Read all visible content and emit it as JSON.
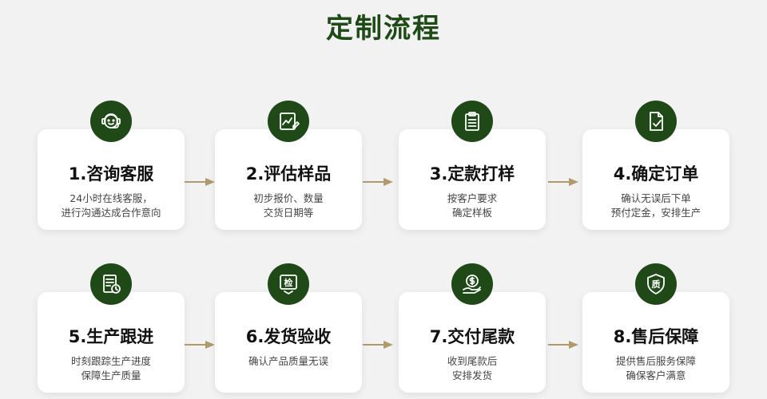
{
  "page": {
    "title": "定制流程"
  },
  "steps": [
    {
      "icon": "headset-icon",
      "title": "1.咨询客服",
      "desc": [
        "24小时在线客服，",
        "进行沟通达成合作意向"
      ]
    },
    {
      "icon": "chart-edit-icon",
      "title": "2.评估样品",
      "desc": [
        "初步报价、数量",
        "交货日期等"
      ]
    },
    {
      "icon": "clipboard-icon",
      "title": "3.定款打样",
      "desc": [
        "按客户要求",
        "确定样板"
      ]
    },
    {
      "icon": "document-check-icon",
      "title": "4.确定订单",
      "desc": [
        "确认无误后下单",
        "预付定金，安排生产"
      ]
    },
    {
      "icon": "document-clock-icon",
      "title": "5.生产跟进",
      "desc": [
        "时刻跟踪生产进度",
        "保障生产质量"
      ]
    },
    {
      "icon": "inspection-stamp-icon",
      "title": "6.发货验收",
      "desc": [
        "确认产品质量无误"
      ]
    },
    {
      "icon": "money-hand-icon",
      "title": "7.交付尾款",
      "desc": [
        "收到尾款后",
        "安排发货"
      ]
    },
    {
      "icon": "quality-shield-icon",
      "title": "8.售后保障",
      "desc": [
        "提供售后服务保障",
        "确保客户满意"
      ]
    }
  ],
  "icon_texts": {
    "inspection": "检",
    "quality": "质"
  },
  "colors": {
    "accent": "#1f4a17",
    "title": "#1e4a16",
    "arrow": "#b09a6c",
    "card": "#ffffff",
    "background": "#f2f2f2"
  }
}
